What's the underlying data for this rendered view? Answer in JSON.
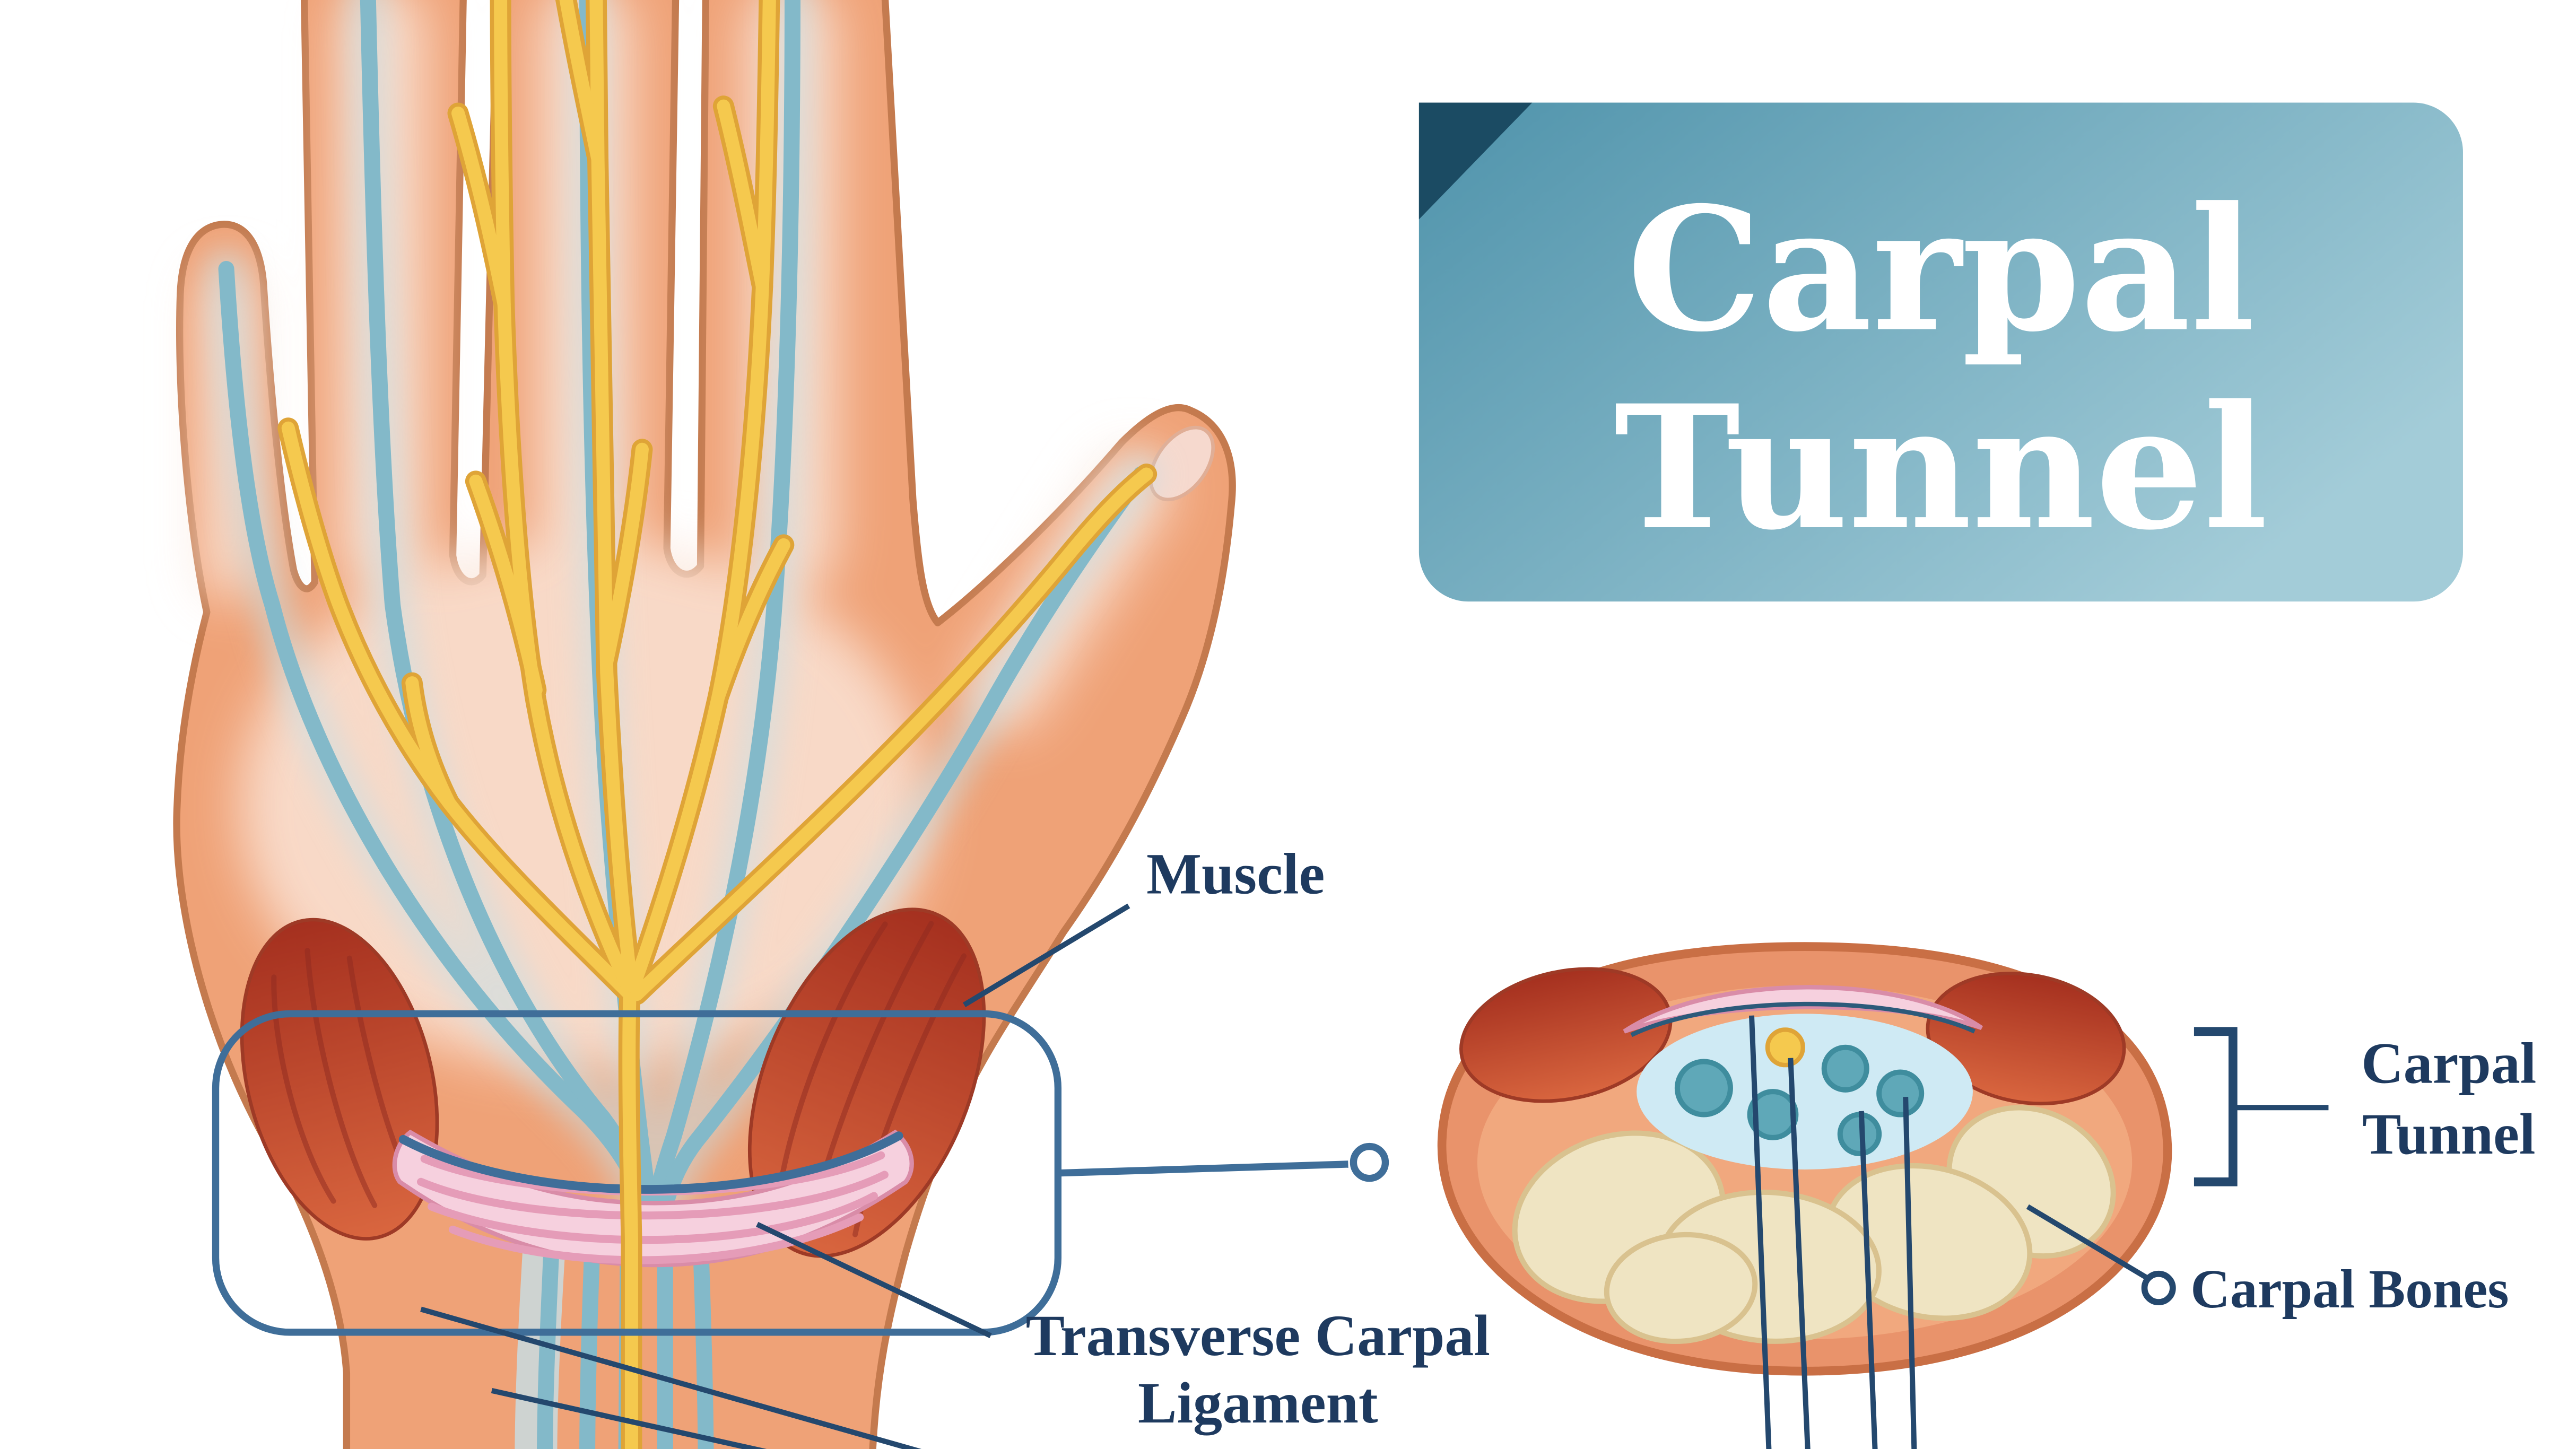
{
  "title": {
    "line1": "Carpal",
    "line2": "Tunnel"
  },
  "labels": {
    "muscle": "Muscle",
    "ligament_line1": "Transverse Carpal",
    "ligament_line2": "Ligament",
    "tunnel_line1": "Carpal",
    "tunnel_line2": "Tunnel",
    "bones": "Carpal Bones"
  },
  "colors": {
    "background": "#ffffff",
    "skin": "#efa277",
    "skin_outline": "#c47a4e",
    "palm_light": "#fbe7dc",
    "nail": "#f6d9ce",
    "tendon": "#83b9c9",
    "tendon_light": "#c6e0e7",
    "nerve": "#f5c94e",
    "nerve_outline": "#dfa437",
    "muscle_dark": "#a5301f",
    "muscle_light": "#d9663f",
    "ligament_pink": "#f6d0de",
    "ligament_stripe": "#e59cb8",
    "ligament_edge": "#d98ca8",
    "banner_dark": "#4f93ab",
    "banner_light": "#a3ccd8",
    "banner_fold": "#1b4b63",
    "title_text": "#ffffff",
    "label_navy": "#1e3a5f",
    "line_navy": "#24486e",
    "line_blue": "#3f6e99",
    "cross_outer": "#e9936b",
    "cross_outline": "#c96f45",
    "cross_inner": "#f1a87e",
    "bone_cream": "#efe4c2",
    "bone_stroke": "#d9c28f",
    "tunnel_blue": "#cfeaf4",
    "tendon_circle": "#5fa8b8",
    "tendon_circle_stroke": "#3f8d9e",
    "arc_outline": "#2c5a7a"
  }
}
